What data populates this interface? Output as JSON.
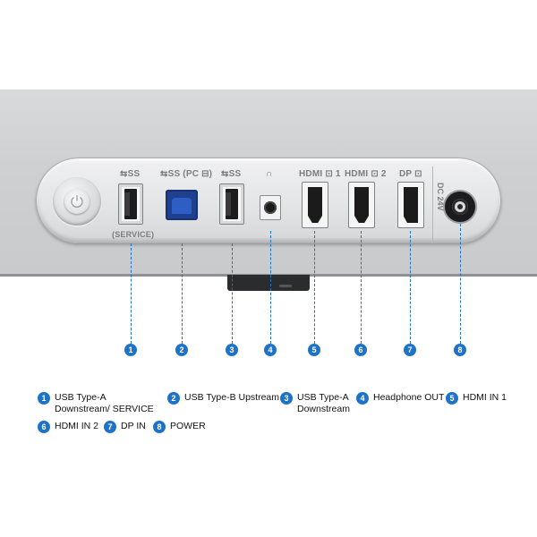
{
  "port_labels": {
    "usb_a_1_mark": "⇆SS",
    "usb_b_mark": "⇆SS (PC ⊟)",
    "usb_a_2_mark": "⇆SS",
    "headphone_mark": "∩",
    "hdmi1": "HDMI ⊡ 1",
    "hdmi2": "HDMI ⊡ 2",
    "dp": "DP ⊡",
    "service": "(SERVICE)",
    "dc": "DC 24V"
  },
  "callouts": [
    "1",
    "2",
    "3",
    "4",
    "5",
    "6",
    "7",
    "8"
  ],
  "legend": [
    {
      "num": "1",
      "text": "USB Type-A Downstream/ SERVICE"
    },
    {
      "num": "2",
      "text": "USB Type-B Upstream"
    },
    {
      "num": "3",
      "text": "USB Type-A Downstream"
    },
    {
      "num": "4",
      "text": "Headphone OUT"
    },
    {
      "num": "5",
      "text": "HDMI IN 1"
    },
    {
      "num": "6",
      "text": "HDMI IN 2"
    },
    {
      "num": "7",
      "text": "DP IN"
    },
    {
      "num": "8",
      "text": "POWER"
    }
  ],
  "colors": {
    "accent": "#1f73c6",
    "bezel": "#d0d1d3",
    "stand": "#2b2c2e"
  }
}
